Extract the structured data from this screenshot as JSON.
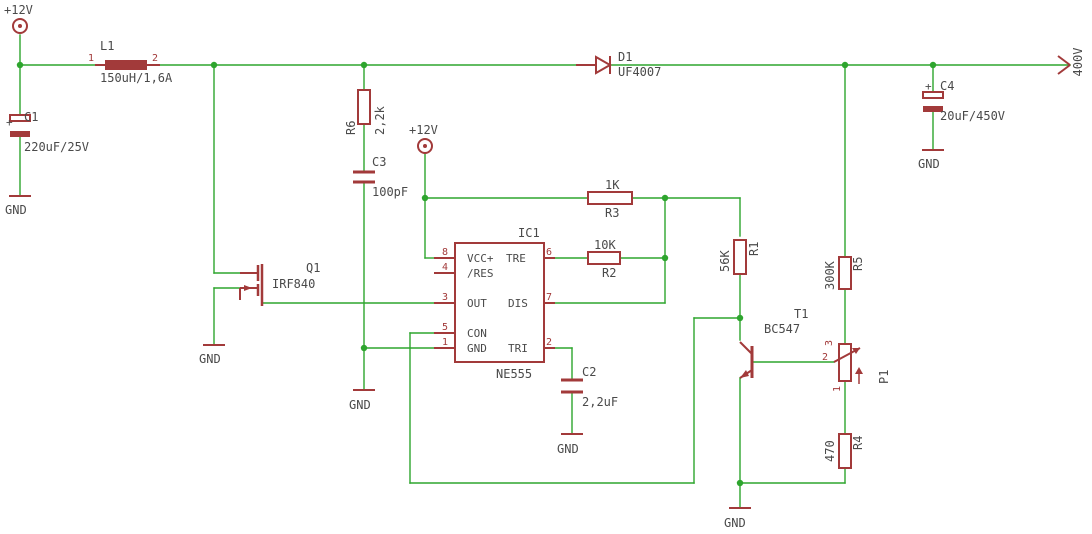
{
  "supply": {
    "top": "+12V",
    "ic": "+12V"
  },
  "output": "400V",
  "gnd": "GND",
  "parts": {
    "L1": {
      "ref": "L1",
      "value": "150uH/1,6A",
      "pin1": "1",
      "pin2": "2"
    },
    "C1": {
      "ref": "C1",
      "value": "220uF/25V"
    },
    "D1": {
      "ref": "D1",
      "value": "UF4007"
    },
    "C4": {
      "ref": "C4",
      "value": "20uF/450V"
    },
    "R6": {
      "ref": "R6",
      "value": "2,2k"
    },
    "C3": {
      "ref": "C3",
      "value": "100pF"
    },
    "R3": {
      "ref": "R3",
      "value": "1K"
    },
    "R2": {
      "ref": "R2",
      "value": "10K"
    },
    "R1": {
      "ref": "R1",
      "value": "56K"
    },
    "Q1": {
      "ref": "Q1",
      "value": "IRF840"
    },
    "IC1": {
      "ref": "IC1",
      "value": "NE555",
      "pins": {
        "vcc": "VCC+",
        "res": "/RES",
        "out": "OUT",
        "con": "CON",
        "gnd": "GND",
        "tre": "TRE",
        "dis": "DIS",
        "tri": "TRI"
      },
      "nums": {
        "p8": "8",
        "p4": "4",
        "p3": "3",
        "p5": "5",
        "p1": "1",
        "p6": "6",
        "p7": "7",
        "p2": "2"
      }
    },
    "C2": {
      "ref": "C2",
      "value": "2,2uF"
    },
    "T1": {
      "ref": "T1",
      "value": "BC547"
    },
    "R5": {
      "ref": "R5",
      "value": "300K"
    },
    "P1": {
      "ref": "P1",
      "pin1": "1",
      "pin2": "2",
      "pin3": "3"
    },
    "R4": {
      "ref": "R4",
      "value": "470"
    }
  }
}
